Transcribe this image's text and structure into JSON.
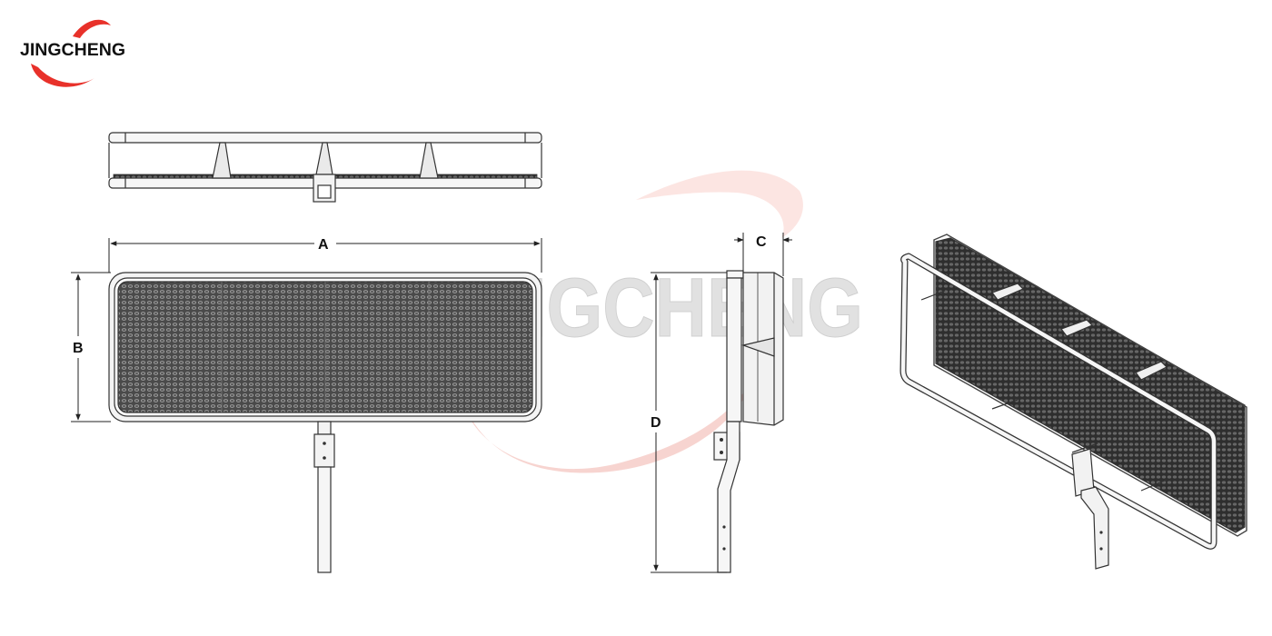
{
  "brand": {
    "name": "JINGCHENG",
    "accent_color": "#e8312a",
    "text_color": "#111111"
  },
  "watermark": {
    "text": "JINGCHENG",
    "color": "#d9d9d9",
    "swoosh_color": "#f7c9c4"
  },
  "dimensions": {
    "a": "A",
    "b": "B",
    "c": "C",
    "d": "D"
  },
  "colors": {
    "line": "#333333",
    "mesh": "#3a3a3a",
    "frame_fill": "#f4f4f4"
  },
  "views": [
    "top-view",
    "front-view",
    "side-view",
    "isometric-view"
  ]
}
